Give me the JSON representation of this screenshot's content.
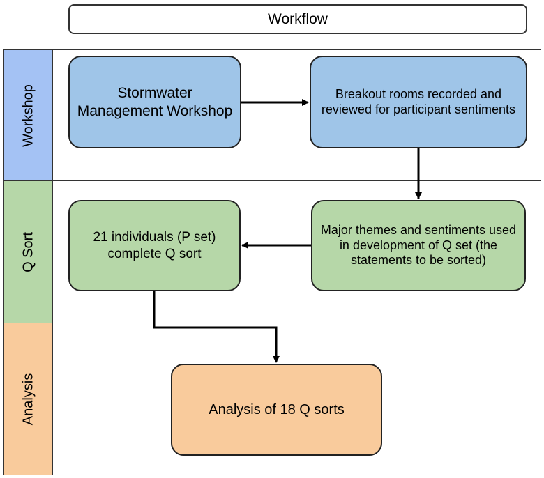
{
  "title": "Workflow",
  "lanes": {
    "workshop": "Workshop",
    "qsort": "Q Sort",
    "analysis": "Analysis"
  },
  "nodes": {
    "n1": "Stormwater Management Workshop",
    "n2": "Breakout rooms recorded and reviewed for participant sentiments",
    "n3": "Major themes and sentiments used in development of Q set (the statements to be sorted)",
    "n4": "21 individuals (P set) complete Q sort",
    "n5": "Analysis of 18 Q sorts"
  },
  "colors": {
    "workshop": "#9fc5e8",
    "qsort": "#b6d7a8",
    "analysis": "#f9cb9c"
  }
}
